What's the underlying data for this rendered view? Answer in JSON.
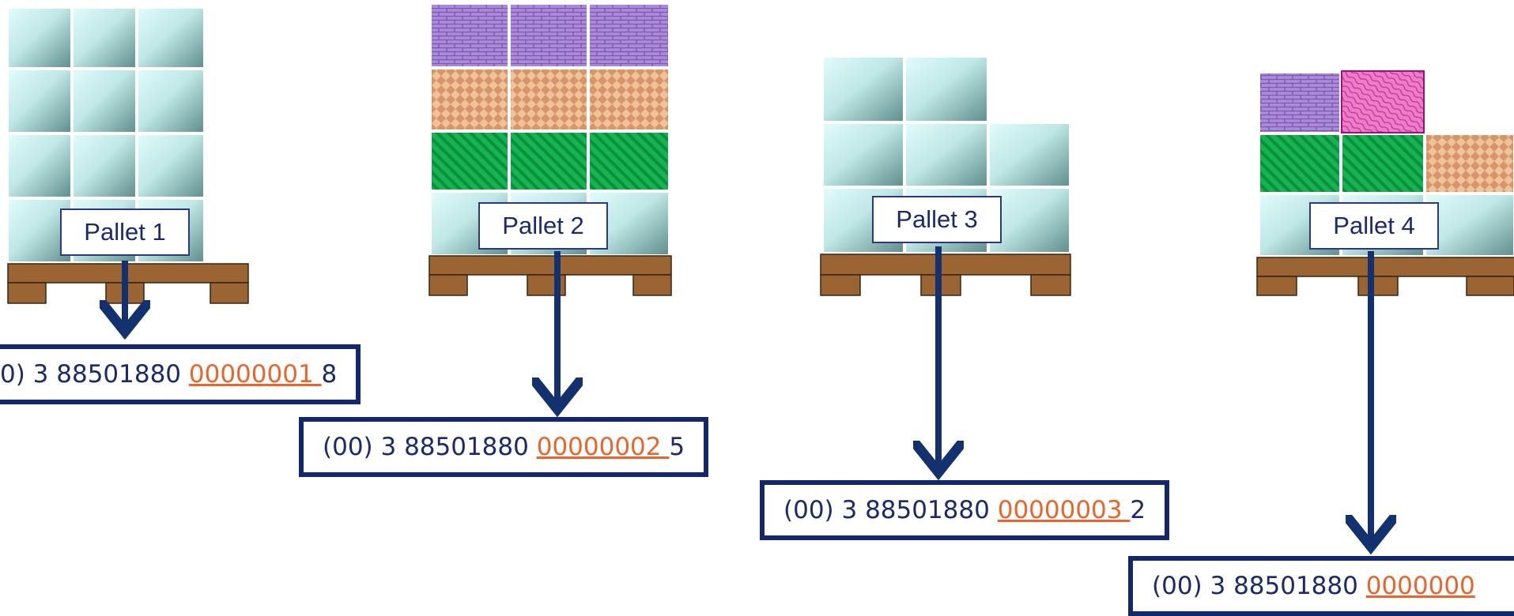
{
  "colors": {
    "box_light": "#e2fbfb",
    "box_dark": "#5f8e8c",
    "pallet_wood": "#9a6533",
    "arrow": "#13306f",
    "frame": "#13286a",
    "text": "#1b2a6b",
    "serial": "#e8652b",
    "purple_pattern": "#9f7ad1",
    "tan_pattern": "#e3a676",
    "green_pattern": "#10b050",
    "pink_pattern": "#e35bb8"
  },
  "pallets": [
    {
      "label": "Pallet 1",
      "code": {
        "prefix": "0) 3 88501880 ",
        "serial": "00000001 ",
        "check": "8"
      }
    },
    {
      "label": "Pallet 2",
      "code": {
        "prefix": "(00) 3 88501880 ",
        "serial": "00000002 ",
        "check": "5"
      }
    },
    {
      "label": "Pallet 3",
      "code": {
        "prefix": "(00) 3 88501880 ",
        "serial": "00000003 ",
        "check": "2"
      }
    },
    {
      "label": "Pallet 4",
      "code": {
        "prefix": "(00) 3 88501880 ",
        "serial": "0000000",
        "check": ""
      }
    }
  ]
}
